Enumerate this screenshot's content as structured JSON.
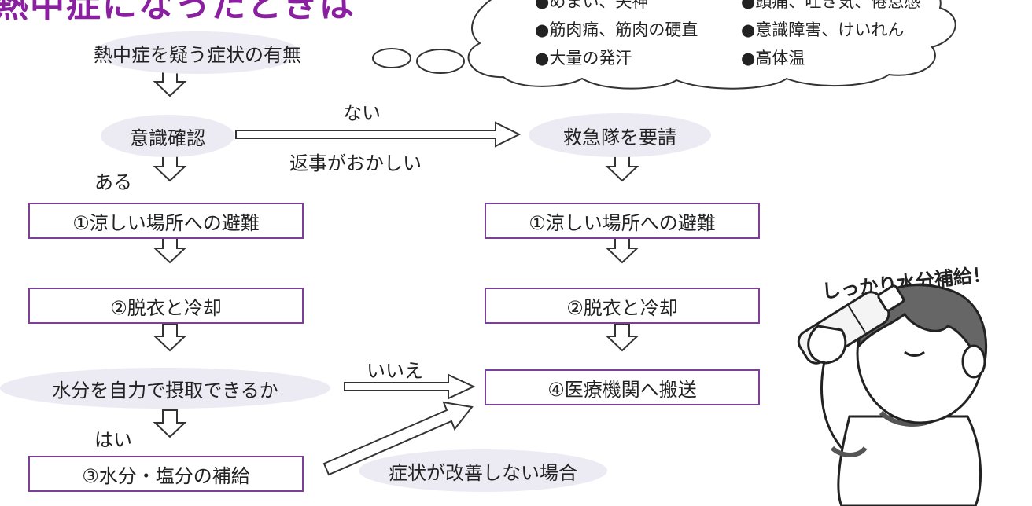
{
  "title": "熱中症になったときは",
  "thought_cloud": {
    "symptoms": [
      "●めまい、失神",
      "●頭痛、吐き気、倦怠感",
      "●筋肉痛、筋肉の硬直",
      "●意識障害、けいれん",
      "●大量の発汗",
      "●高体温"
    ]
  },
  "left_flow": {
    "start": "熱中症を疑う症状の有無",
    "consciousness": "意識確認",
    "yes_label": "ある",
    "step1": "①涼しい場所への避難",
    "step2": "②脱衣と冷却",
    "water_question": "水分を自力で摂取できるか",
    "yes2_label": "はい",
    "step3": "③水分・塩分の補給"
  },
  "branch_labels": {
    "no": "ない",
    "odd_reply": "返事がおかしい",
    "no2": "いいえ",
    "not_improving": "症状が改善しない場合"
  },
  "right_flow": {
    "call": "救急隊を要請",
    "step1": "①涼しい場所への避難",
    "step2": "②脱衣と冷却",
    "step4": "④医療機関へ搬送"
  },
  "illustration": {
    "slogan": "しっかり水分補給！"
  },
  "colors": {
    "accent": "#7b3f98",
    "title": "#8a1fa0",
    "oval_fill": "#ecebf3"
  }
}
